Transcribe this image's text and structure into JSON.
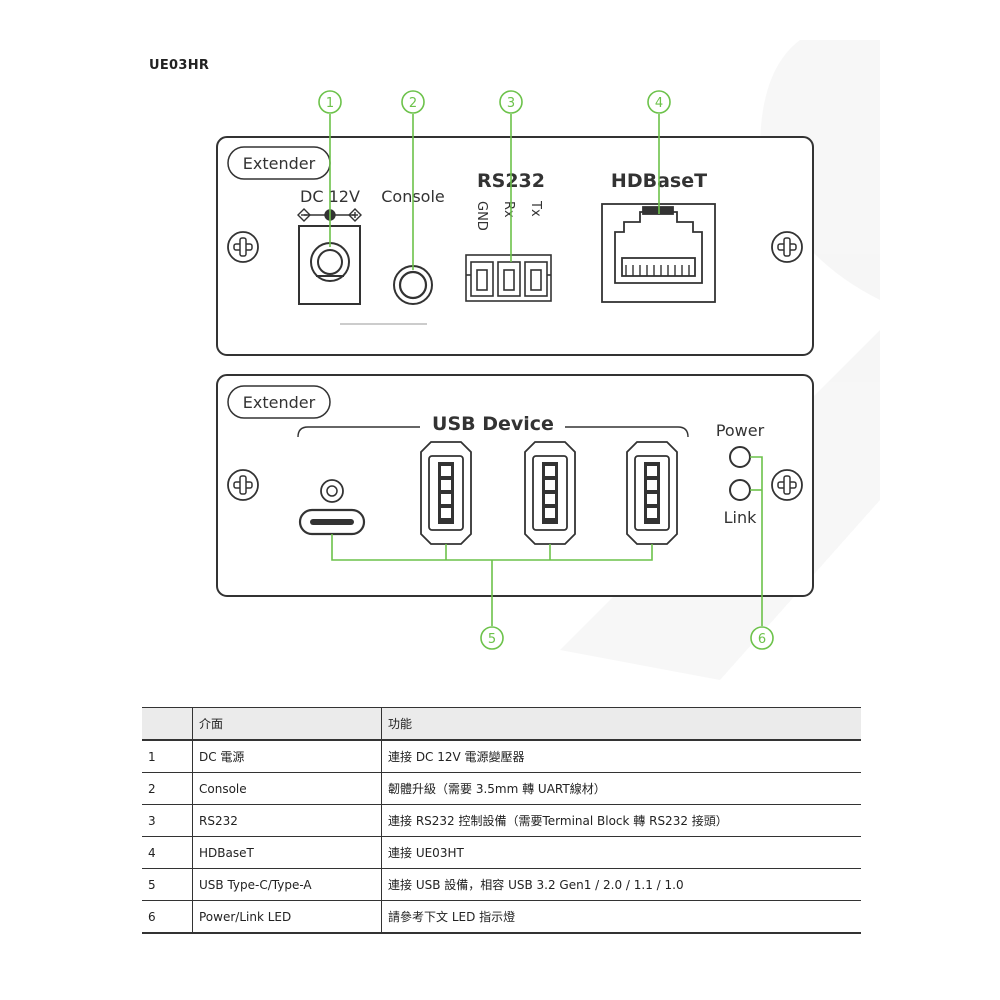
{
  "model": "UE03HR",
  "front_panel": {
    "tag": "Extender",
    "dc_label": "DC 12V",
    "console_label": "Console",
    "rs232_title": "RS232",
    "rs232_pins": [
      "GND",
      "Rx",
      "Tx"
    ],
    "hdbaset_title": "HDBaseT"
  },
  "rear_panel": {
    "tag": "Extender",
    "usb_title": "USB Device",
    "power_label": "Power",
    "link_label": "Link"
  },
  "callouts": [
    "1",
    "2",
    "3",
    "4",
    "5",
    "6"
  ],
  "colors": {
    "callout": "#6cc24a",
    "panel": "#333333"
  },
  "table": {
    "headers": [
      "",
      "介面",
      "功能"
    ],
    "rows": [
      {
        "no": "1",
        "iface": "DC 電源",
        "func": "連接 DC 12V 電源變壓器"
      },
      {
        "no": "2",
        "iface": "Console",
        "func": "韌體升級（需要 3.5mm 轉 UART線材）"
      },
      {
        "no": "3",
        "iface": "RS232",
        "func": "連接 RS232 控制設備（需要Terminal Block 轉 RS232 接頭）"
      },
      {
        "no": "4",
        "iface": "HDBaseT",
        "func": "連接 UE03HT"
      },
      {
        "no": "5",
        "iface": "USB Type-C/Type-A",
        "func": "連接 USB 設備，相容 USB 3.2 Gen1 / 2.0 / 1.1 / 1.0"
      },
      {
        "no": "6",
        "iface": "Power/Link LED",
        "func": "請參考下文 LED 指示燈"
      }
    ]
  }
}
